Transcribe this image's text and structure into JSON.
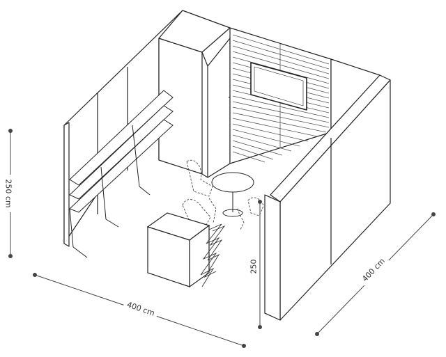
{
  "dimensions": {
    "height": "250 cm",
    "width": "400 cm",
    "depth": "400 cm",
    "wall_height": "250"
  },
  "colors": {
    "line": "#222222",
    "dim_line": "#444444",
    "panel_fill": "#ffffff",
    "slat": "#555555",
    "label_bg": "#ffffff"
  }
}
